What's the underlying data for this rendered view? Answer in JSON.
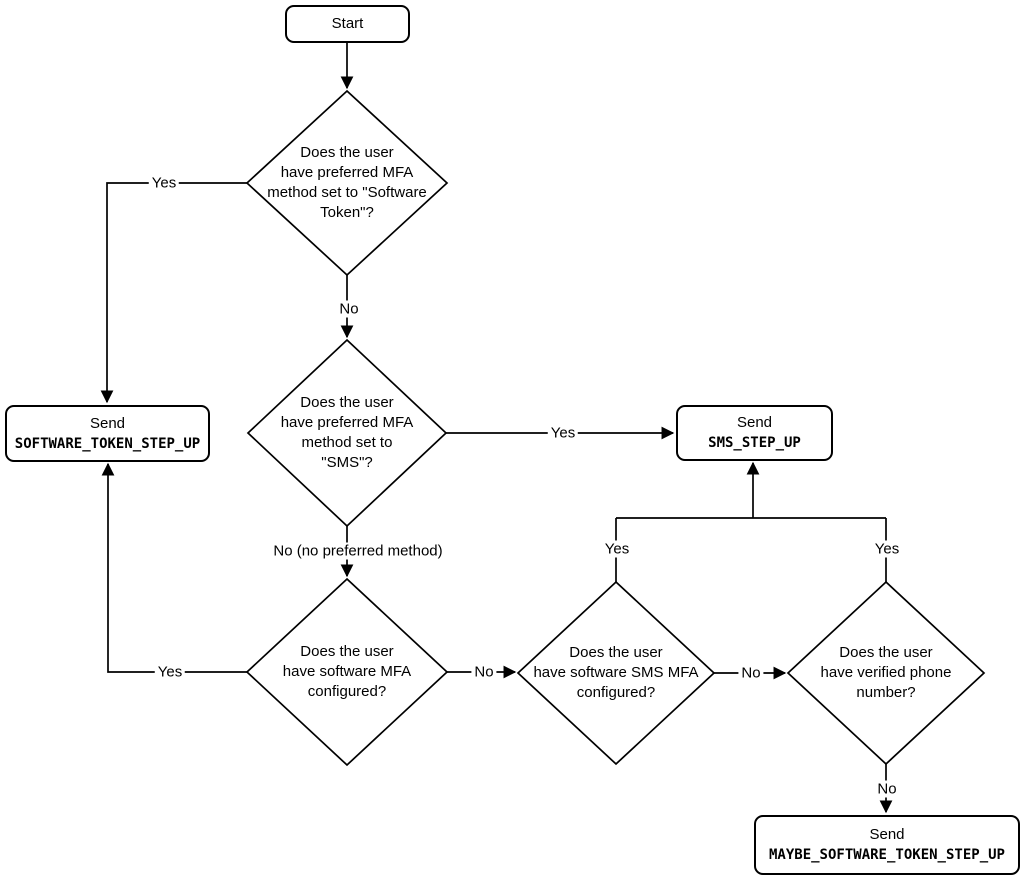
{
  "diagram": {
    "background_color": "#ffffff",
    "stroke_color": "#000000",
    "text_color": "#000000",
    "nodes": {
      "start": {
        "label": "Start"
      },
      "decision_preferred_software_token": {
        "text": "Does the user\nhave preferred MFA\nmethod set to \"Software\nToken\"?"
      },
      "decision_preferred_sms": {
        "text": "Does the user\nhave preferred MFA\nmethod set to\n\"SMS\"?"
      },
      "decision_software_mfa_configured": {
        "text": "Does the user\nhave software MFA\nconfigured?"
      },
      "decision_software_sms_mfa_configured": {
        "text": "Does the user\nhave software SMS MFA\nconfigured?"
      },
      "decision_verified_phone_number": {
        "text": "Does the user\nhave verified phone\nnumber?"
      },
      "send_software_token_step_up": {
        "line1": "Send",
        "code": "SOFTWARE_TOKEN_STEP_UP"
      },
      "send_sms_step_up": {
        "line1": "Send",
        "code": "SMS_STEP_UP"
      },
      "send_maybe_software_token_step_up": {
        "line1": "Send",
        "code": "MAYBE_SOFTWARE_TOKEN_STEP_UP"
      }
    },
    "edge_labels": {
      "d1_yes": "Yes",
      "d1_no": "No",
      "d2_yes": "Yes",
      "d2_no": "No (no preferred method)",
      "d3_yes": "Yes",
      "d3_no": "No",
      "d4_yes": "Yes",
      "d4_no": "No",
      "d5_yes": "Yes",
      "d5_no": "No"
    }
  }
}
